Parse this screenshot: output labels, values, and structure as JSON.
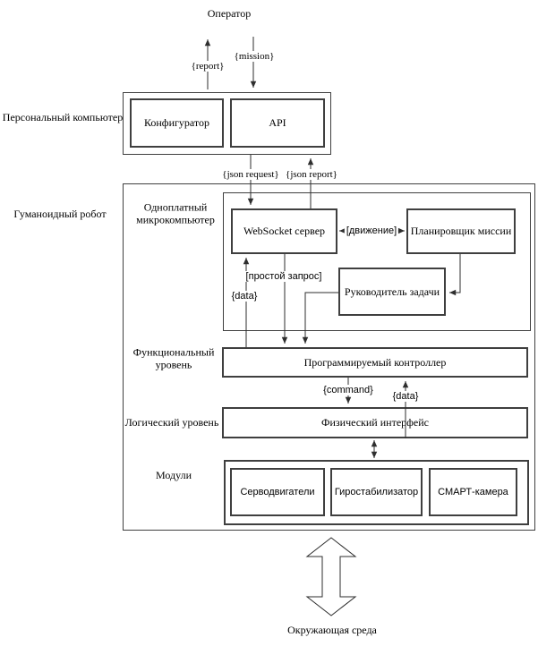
{
  "colors": {
    "line": "#2e2e2e",
    "box_border": "#3f3f3f",
    "text": "#000000",
    "background": "#ffffff"
  },
  "diagram": {
    "operator": "Оператор",
    "personal_computer": {
      "label": "Персональный компьютер",
      "configurator": "Конфигуратор",
      "api": "API"
    },
    "robot": {
      "label": "Гуманоидный робот",
      "microcomputer": {
        "label": "Одноплатный микрокомпьютер",
        "websocket_server": "WebSocket сервер",
        "mission_planner": "Планировщик миссии",
        "task_manager": "Руководитель задачи"
      },
      "functional_level": {
        "label": "Функциональный уровень",
        "controller": "Программируемый контроллер"
      },
      "logical_level": {
        "label": "Логический уровень",
        "physical_interface": "Физический интерфейс"
      },
      "modules": {
        "label": "Модули",
        "items": [
          "Серводвигатели",
          "Гиростабилизатор",
          "СМАРТ-камера"
        ]
      }
    },
    "environment": "Окружающая среда",
    "edge_labels": {
      "report": "{report}",
      "mission": "{mission}",
      "json_request": "{json request}",
      "json_report": "{json report}",
      "movement": "[движение]",
      "simple_request": "[простой запрос]",
      "data_to_server": "{data}",
      "command": "{command}",
      "data_from_interface": "{data}"
    }
  }
}
